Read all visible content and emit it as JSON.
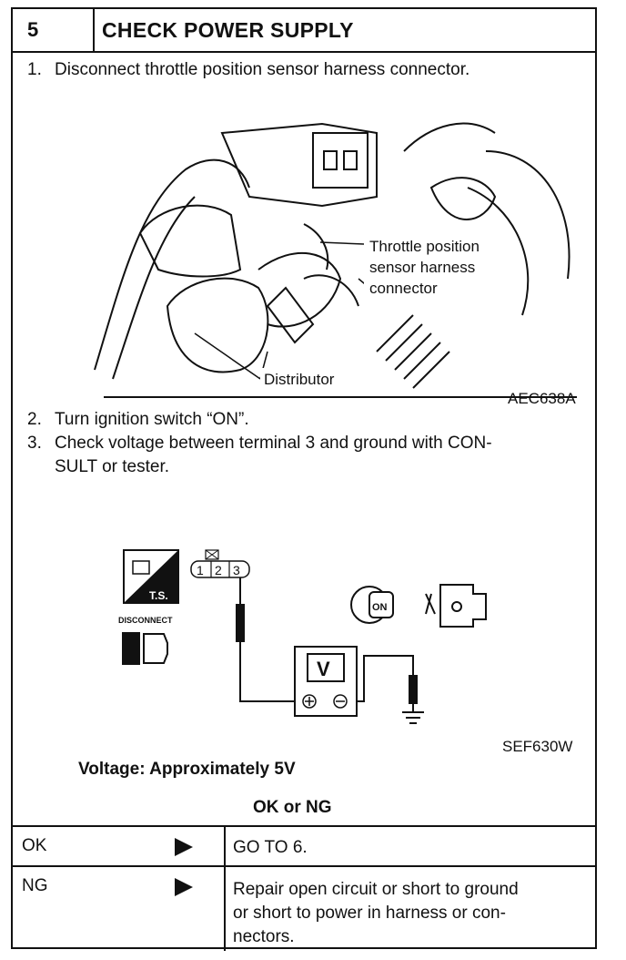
{
  "header": {
    "step": "5",
    "title": "CHECK POWER SUPPLY"
  },
  "steps": [
    {
      "n": "1.",
      "text": "Disconnect throttle position sensor harness connector."
    },
    {
      "n": "2.",
      "text": "Turn ignition switch “ON”."
    },
    {
      "n": "3.",
      "text": "Check voltage between terminal 3 and ground with CON-",
      "cont": "SULT or tester."
    }
  ],
  "figure1": {
    "label_tps_1": "Throttle position",
    "label_tps_2": "sensor harness",
    "label_tps_3": "connector",
    "label_distributor": "Distributor",
    "code": "AEC638A"
  },
  "figure2": {
    "ts_label": "T.S.",
    "disconnect_label": "DISCONNECT",
    "terminals": [
      "1",
      "2",
      "3"
    ],
    "on_label": "ON",
    "meter_label": "V",
    "code": "SEF630W"
  },
  "spec": "Voltage: Approximately 5V",
  "ok_ng": "OK or NG",
  "results": [
    {
      "key": "OK",
      "lines": [
        "GO TO 6."
      ]
    },
    {
      "key": "NG",
      "lines": [
        "Repair open circuit or short to ground",
        "or short to power in harness or con-",
        "nectors."
      ]
    }
  ]
}
